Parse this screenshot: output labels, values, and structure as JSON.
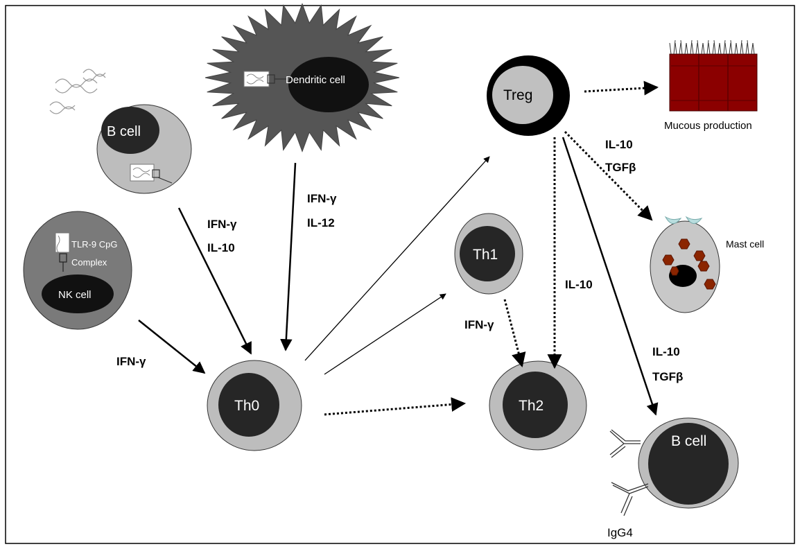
{
  "cells": {
    "dendritic": "Dendritic cell",
    "b_cell_left": "B cell",
    "nk_cell": "NK cell",
    "tlr9_line1": "TLR-9 CpG",
    "tlr9_line2": "Complex",
    "th0": "Th0",
    "th1": "Th1",
    "th2": "Th2",
    "treg": "Treg",
    "b_cell_right": "B cell",
    "mast": "Mast cell",
    "mucous": "Mucous production"
  },
  "labels": {
    "b_to_th0_1": "IFN-γ",
    "b_to_th0_2": "IL-10",
    "dc_to_th0_1": "IFN-γ",
    "dc_to_th0_2": "IL-12",
    "nk_to_th0": "IFN-γ",
    "th1_to_th2": "IFN-γ",
    "treg_to_th2": "IL-10",
    "treg_to_mast_1": "IL-10",
    "treg_to_mast_2": "TGFβ",
    "treg_to_b_1": "IL-10",
    "treg_to_b_2": "TGFβ",
    "igg4": "IgG4"
  }
}
